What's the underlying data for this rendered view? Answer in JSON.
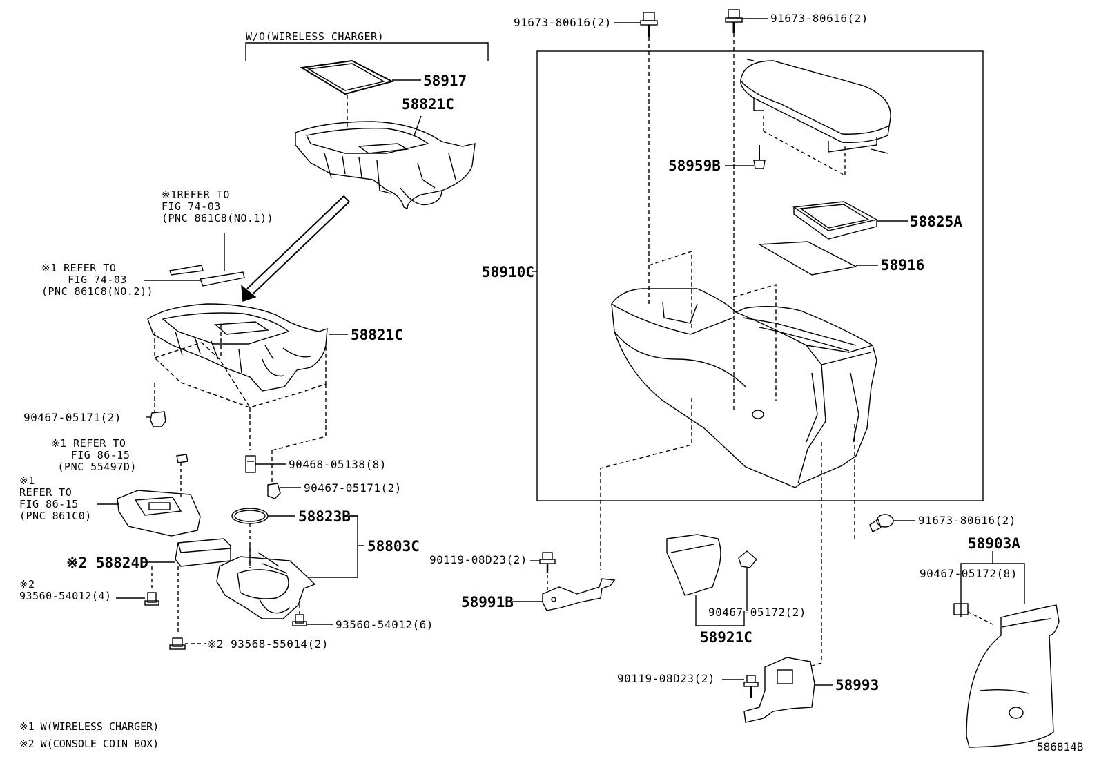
{
  "header": {
    "variant_label": "W/O(WIRELESS CHARGER)"
  },
  "refs": {
    "r1": "※1REFER TO\nFIG 74-03\n(PNC 861C8(NO.1))",
    "r2": "※1 REFER TO\n    FIG 74-03\n(PNC 861C8(NO.2))",
    "r3": "※1 REFER TO\n   FIG 86-15\n (PNC 55497D)",
    "r4": "※1\nREFER TO\nFIG 86-15\n(PNC 861C0)",
    "r5": "※2\n93560-54012(4)"
  },
  "parts": {
    "p58917": "58917",
    "p58821c_top": "58821C",
    "p58821c_mid": "58821C",
    "p90467_05171_left": "90467-05171(2)",
    "p90468_05138": "90468-05138(8)",
    "p90467_05171_right": "90467-05171(2)",
    "p58823b": "58823B",
    "p58803c": "58803C",
    "p58824d": "※2 58824D",
    "p93560_54012_6": "93560-54012(6)",
    "p93568_55014": "※2 93568-55014(2)",
    "p91673_a": "91673-80616(2)",
    "p91673_b": "91673-80616(2)",
    "p58959b": "58959B",
    "p58825a": "58825A",
    "p58916": "58916",
    "p58910c": "58910C",
    "p91673_c": "91673-80616(2)",
    "p58903a": "58903A",
    "p90467_05172_8": "90467-05172(8)",
    "p90119_a": "90119-08D23(2)",
    "p58991b": "58991B",
    "p90467_05172_2": "90467-05172(2)",
    "p58921c": "58921C",
    "p90119_b": "90119-08D23(2)",
    "p58993": "58993"
  },
  "footnotes": {
    "n1": "※1 W(WIRELESS CHARGER)",
    "n2": "※2 W(CONSOLE COIN BOX)"
  },
  "figure_id": "586814B"
}
